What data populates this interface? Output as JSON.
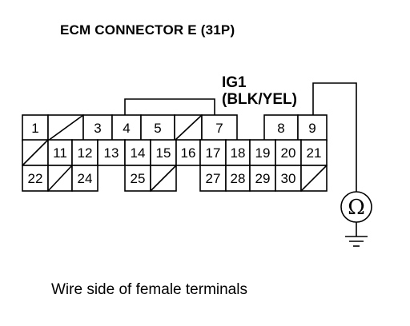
{
  "title": "ECM CONNECTOR E (31P)",
  "wire": {
    "name": "IG1",
    "color": "(BLK/YEL)"
  },
  "meter": {
    "symbol": "Ω"
  },
  "caption": "Wire side of female terminals",
  "connector": {
    "rows": [
      [
        "1",
        "",
        "3",
        "4",
        "5",
        "",
        "7",
        "8",
        "9"
      ],
      [
        "",
        "11",
        "12",
        "13",
        "14",
        "15",
        "16",
        "17",
        "18",
        "19",
        "20",
        "21"
      ],
      [
        "22",
        "",
        "24",
        "25",
        "",
        "27",
        "28",
        "29",
        "30",
        ""
      ]
    ],
    "probe_pins": [
      "4",
      "7"
    ],
    "meter_pin": "9"
  }
}
